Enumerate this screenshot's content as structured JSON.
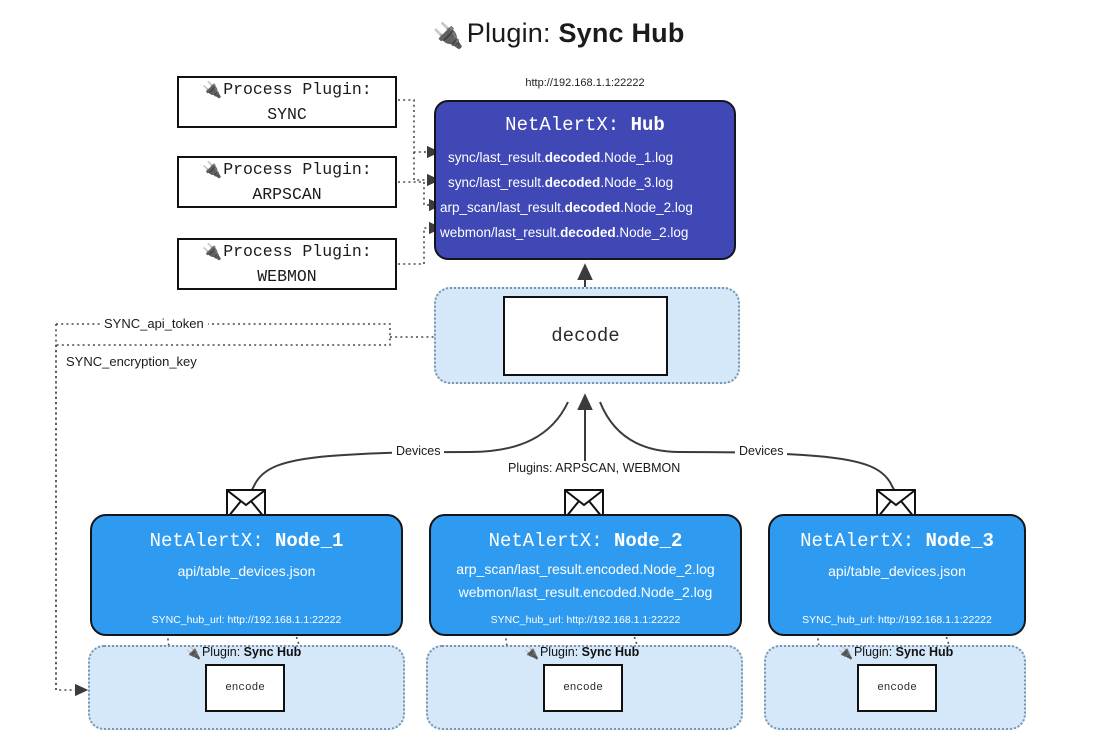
{
  "header": {
    "plug_icon": "plug-icon",
    "prefix": "Plugin: ",
    "name": "Sync Hub"
  },
  "hub": {
    "url": "http://192.168.1.1:22222",
    "title_prefix": "NetAlertX: ",
    "title_name": "Hub",
    "rows": [
      {
        "pre": "sync/last_result.",
        "bold": "decoded",
        "post": ".Node_1.log"
      },
      {
        "pre": "sync/last_result.",
        "bold": "decoded",
        "post": ".Node_3.log"
      },
      {
        "pre": "arp_scan/last_result.",
        "bold": "decoded",
        "post": ".Node_2.log"
      },
      {
        "pre": "webmon/last_result.",
        "bold": "decoded",
        "post": ".Node_2.log"
      }
    ]
  },
  "process_plugins": [
    {
      "line1": "Process Plugin:",
      "line2": "SYNC",
      "icon": "plug-icon"
    },
    {
      "line1": "Process Plugin:",
      "line2": "ARPSCAN",
      "icon": "plug-icon"
    },
    {
      "line1": "Process Plugin:",
      "line2": "WEBMON",
      "icon": "plug-icon"
    }
  ],
  "decode": {
    "label": "decode"
  },
  "tokens": [
    {
      "label": "SYNC_api_token"
    },
    {
      "label": "SYNC_encryption_key"
    }
  ],
  "edge_labels": {
    "devices_left": "Devices",
    "devices_right": "Devices",
    "plugins_center": "Plugins: ARPSCAN, WEBMON"
  },
  "nodes": [
    {
      "title_prefix": "NetAlertX: ",
      "title_name": "Node_1",
      "lines": [
        "api/table_devices.json"
      ],
      "footer": "SYNC_hub_url: http://192.168.1.1:22222",
      "envelope": "envelope-icon"
    },
    {
      "title_prefix": "NetAlertX: ",
      "title_name": "Node_2",
      "lines": [
        "arp_scan/last_result.encoded.Node_2.log",
        "webmon/last_result.encoded.Node_2.log"
      ],
      "footer": "SYNC_hub_url: http://192.168.1.1:22222",
      "envelope": "envelope-icon"
    },
    {
      "title_prefix": "NetAlertX: ",
      "title_name": "Node_3",
      "lines": [
        "api/table_devices.json"
      ],
      "footer": "SYNC_hub_url: http://192.168.1.1:22222",
      "envelope": "envelope-icon"
    }
  ],
  "encode_bands": [
    {
      "plugin_prefix": "Plugin: ",
      "plugin_name": "Sync Hub",
      "box_label": "encode",
      "icon": "plug-icon"
    },
    {
      "plugin_prefix": "Plugin: ",
      "plugin_name": "Sync Hub",
      "box_label": "encode",
      "icon": "plug-icon"
    },
    {
      "plugin_prefix": "Plugin: ",
      "plugin_name": "Sync Hub",
      "box_label": "encode",
      "icon": "plug-icon"
    }
  ],
  "colors": {
    "hub_fill": "#3f48b4",
    "node_fill": "#2f9bf0",
    "band_fill": "#d4e8fa",
    "line": "#3b3b3b"
  }
}
